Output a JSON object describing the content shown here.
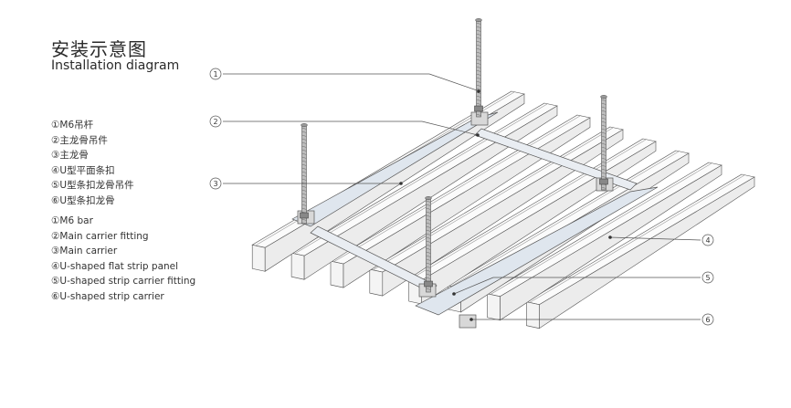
{
  "title": {
    "cn": "安装示意图",
    "en": "Installation diagram"
  },
  "legend_cn": [
    "①M6吊杆",
    "②主龙骨吊件",
    "③主龙骨",
    "④U型平面条扣",
    "⑤U型条扣龙骨吊件",
    "⑥U型条扣龙骨"
  ],
  "legend_en": [
    "①M6 bar",
    "②Main carrier fitting",
    "③Main carrier",
    "④U-shaped flat strip panel",
    "⑤U-shaped strip carrier fitting",
    "⑥U-shaped strip carrier"
  ],
  "callouts": [
    "1",
    "2",
    "3",
    "4",
    "5",
    "6"
  ],
  "colors": {
    "line": "#555555",
    "panel_fill": "#f4f4f4",
    "carrier_fill": "#dfe6ee",
    "metal": "#9a9a9a"
  }
}
